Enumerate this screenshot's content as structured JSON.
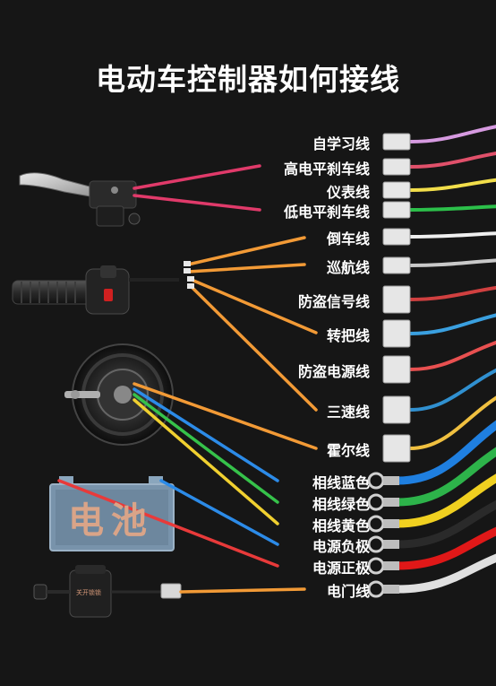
{
  "title": "电动车控制器如何接线",
  "labels": [
    {
      "text": "自学习线",
      "wire": "#d69ae0"
    },
    {
      "text": "高电平刹车线",
      "wire": "#e0506a"
    },
    {
      "text": "仪表线",
      "wire": "#f2de4a"
    },
    {
      "text": "低电平刹车线",
      "wire": "#2cc04a"
    },
    {
      "text": "倒车线",
      "wire": "#f0f0f0"
    },
    {
      "text": "巡航线",
      "wire": "#c9c9c9"
    },
    {
      "text": "防盗信号线",
      "wire": "#d04040"
    },
    {
      "text": "转把线",
      "wire": "#3aa0e0"
    },
    {
      "text": "防盗电源线",
      "wire": "#e85050"
    },
    {
      "text": "三速线",
      "wire": "#3090d0"
    },
    {
      "text": "霍尔线",
      "wire": "#f0c040"
    },
    {
      "text": "相线蓝色",
      "wire": "#1f7fe0"
    },
    {
      "text": "相线绿色",
      "wire": "#2db34a"
    },
    {
      "text": "相线黄色",
      "wire": "#f0d020"
    },
    {
      "text": "电源负极",
      "wire": "#2a2a2a"
    },
    {
      "text": "电源正极",
      "wire": "#e01818"
    },
    {
      "text": "电门线",
      "wire": "#e0e0e0"
    }
  ],
  "battery_text": "电池",
  "switch_text": "关开锁锁",
  "colors": {
    "background": "#161616",
    "leader_orange": "#f29a36",
    "leader_pink": "#e03a6a",
    "leader_red": "#e83a3a",
    "leader_blue": "#2c8be8",
    "leader_green": "#36c24a",
    "leader_yellow": "#f0d030",
    "leader_grey": "#b0b0b0"
  }
}
